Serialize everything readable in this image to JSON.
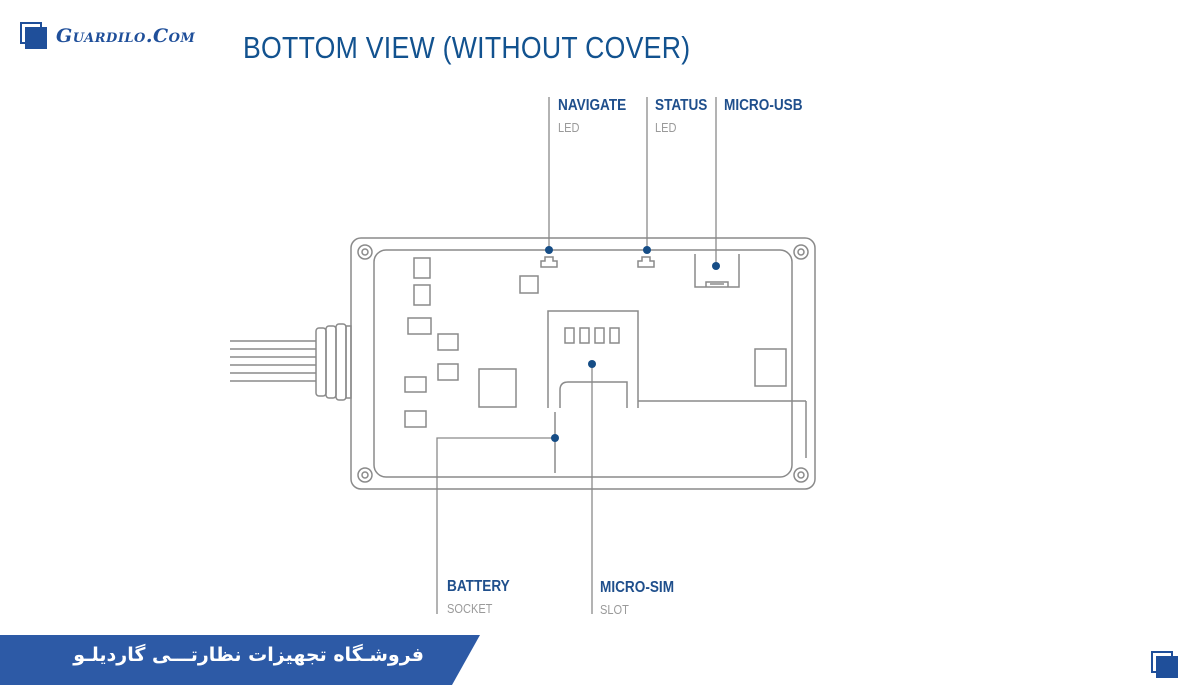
{
  "brand": {
    "name": "Guardilo.Com",
    "logo_icon": "overlapping-squares-icon",
    "color": "#1f4f9a"
  },
  "title": "BOTTOM VIEW (WITHOUT COVER)",
  "callouts": {
    "navigate": {
      "name": "NAVIGATE",
      "sub": "LED"
    },
    "status": {
      "name": "STATUS",
      "sub": "LED"
    },
    "micro_usb": {
      "name": "MICRO-USB",
      "sub": ""
    },
    "battery": {
      "name": "BATTERY",
      "sub": "SOCKET"
    },
    "micro_sim": {
      "name": "MICRO-SIM",
      "sub": "SLOT"
    }
  },
  "banner": {
    "text": "فروشـگاه تجهیزات نظارتـــی گاردیلـو",
    "color": "#2d5aa6"
  },
  "colors": {
    "accent": "#1f4f8c",
    "outline": "#8a8a8a",
    "muted": "#9a9a9a"
  }
}
